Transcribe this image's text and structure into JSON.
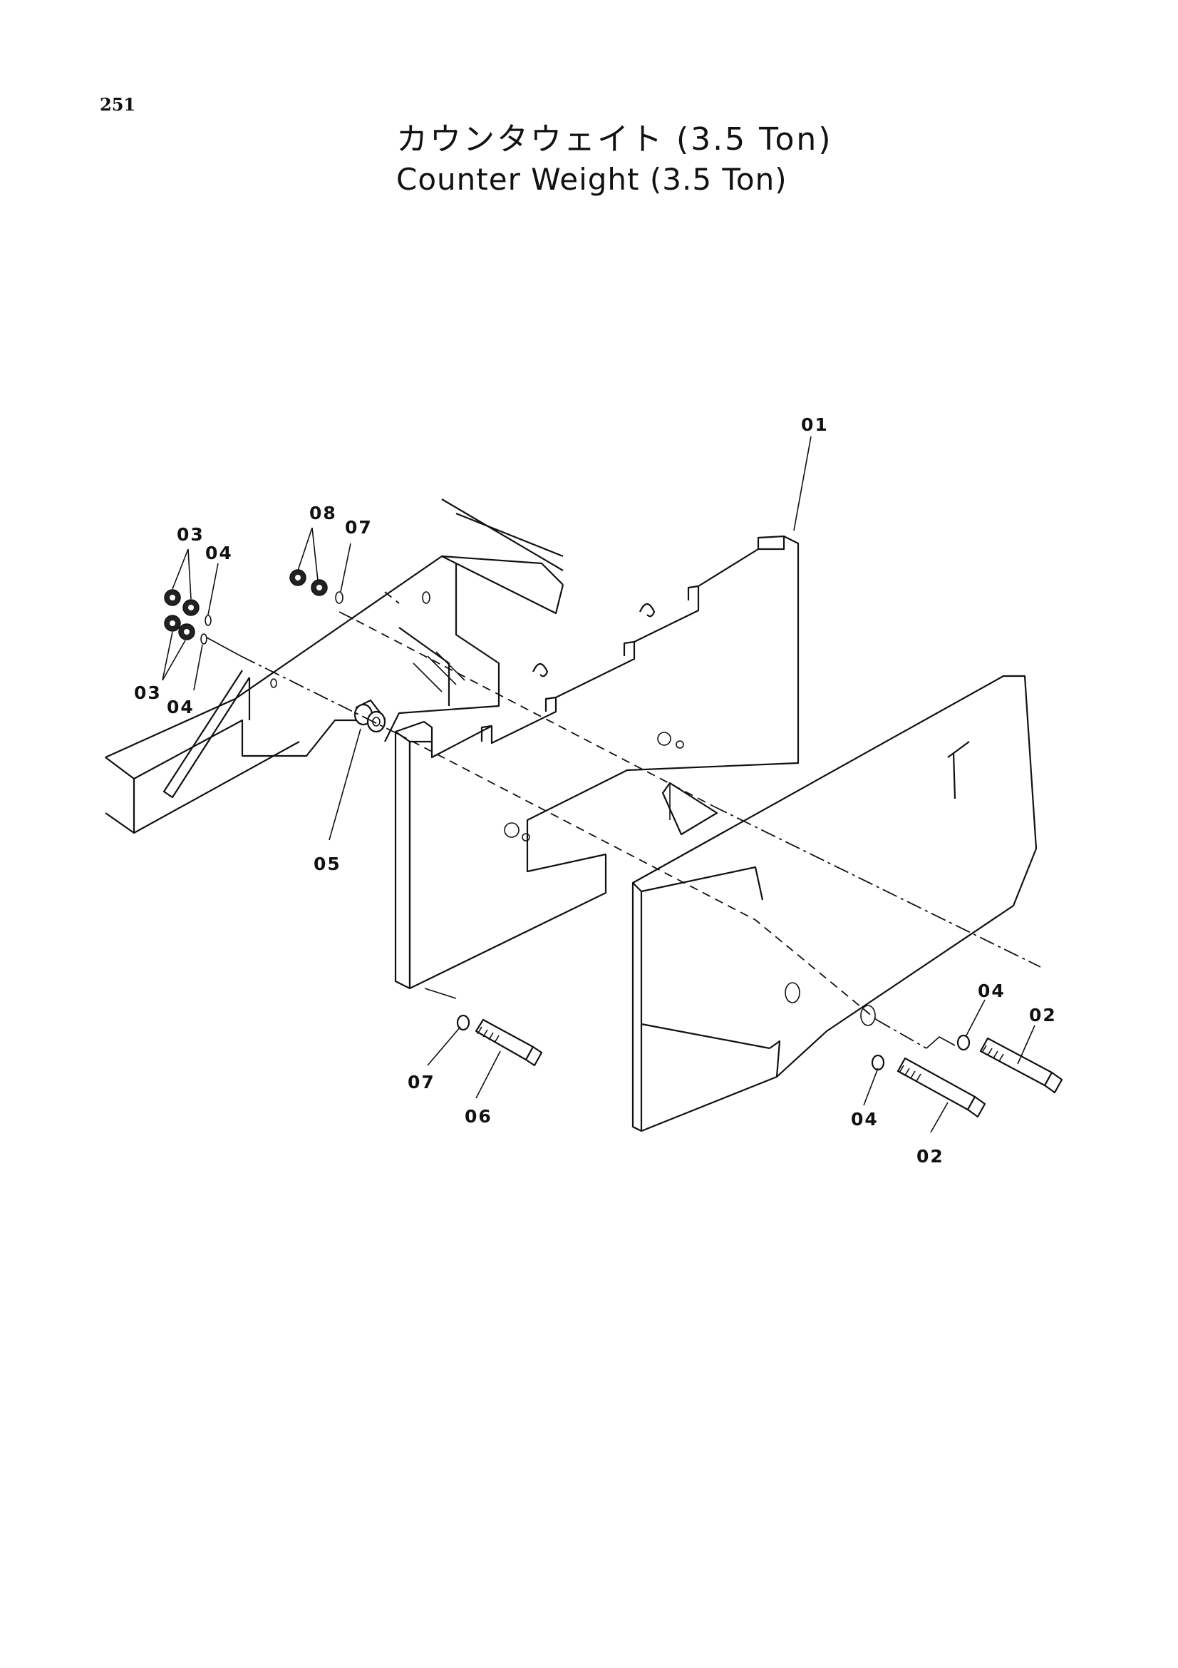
{
  "page": {
    "number": "251",
    "title_ja": "カウンタウェイト (3.5 Ton)",
    "title_en": "Counter Weight (3.5 Ton)"
  },
  "callouts": {
    "c01": "01",
    "c02a": "02",
    "c02b": "02",
    "c03a": "03",
    "c03b": "03",
    "c04a": "04",
    "c04b": "04",
    "c04c": "04",
    "c04d": "04",
    "c05": "05",
    "c06": "06",
    "c07a": "07",
    "c07b": "07",
    "c08": "08"
  }
}
